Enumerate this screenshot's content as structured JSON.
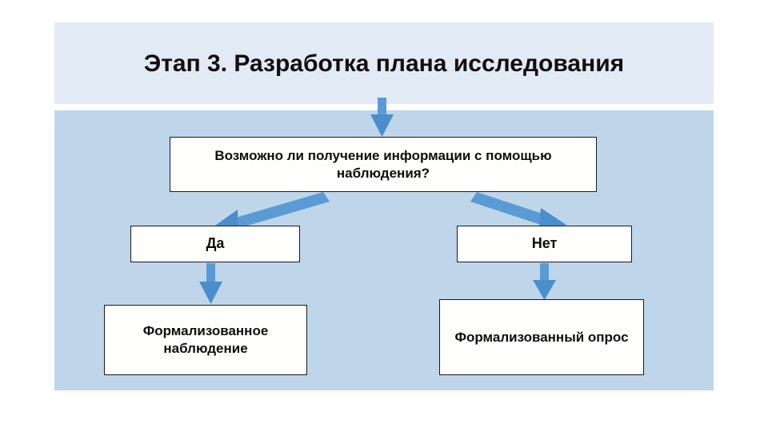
{
  "slide": {
    "title": "Этап 3. Разработка плана исследования",
    "background_color": "#ffffff",
    "title_band_color": "#e2eaf6",
    "panel_color": "#bfd6ea",
    "arrow_color": "#5b9bd5",
    "box_fill": "#fffffd",
    "box_border": "#1a1a1a",
    "text_color": "#0d0d0d"
  },
  "chart_data": {
    "type": "diagram",
    "title": "Этап 3. Разработка плана исследования",
    "nodes": [
      {
        "id": "question",
        "label": "Возможно ли получение информации с помощью наблюдения?",
        "role": "decision"
      },
      {
        "id": "yes",
        "label": "Да",
        "role": "branch-label"
      },
      {
        "id": "no",
        "label": "Нет",
        "role": "branch-label"
      },
      {
        "id": "observation",
        "label": "Формализованное наблюдение",
        "role": "outcome"
      },
      {
        "id": "survey",
        "label": "Формализованный опрос",
        "role": "outcome"
      }
    ],
    "edges": [
      {
        "from": "entry",
        "to": "question",
        "kind": "vertical-down"
      },
      {
        "from": "question",
        "to": "yes",
        "kind": "diagonal-left"
      },
      {
        "from": "question",
        "to": "no",
        "kind": "diagonal-right"
      },
      {
        "from": "yes",
        "to": "observation",
        "kind": "vertical-down"
      },
      {
        "from": "no",
        "to": "survey",
        "kind": "vertical-down"
      }
    ]
  },
  "nodes": {
    "question": "Возможно ли получение информации с помощью наблюдения?",
    "yes": "Да",
    "no": "Нет",
    "observation": "Формализованное наблюдение",
    "survey": "Формализованный опрос"
  }
}
